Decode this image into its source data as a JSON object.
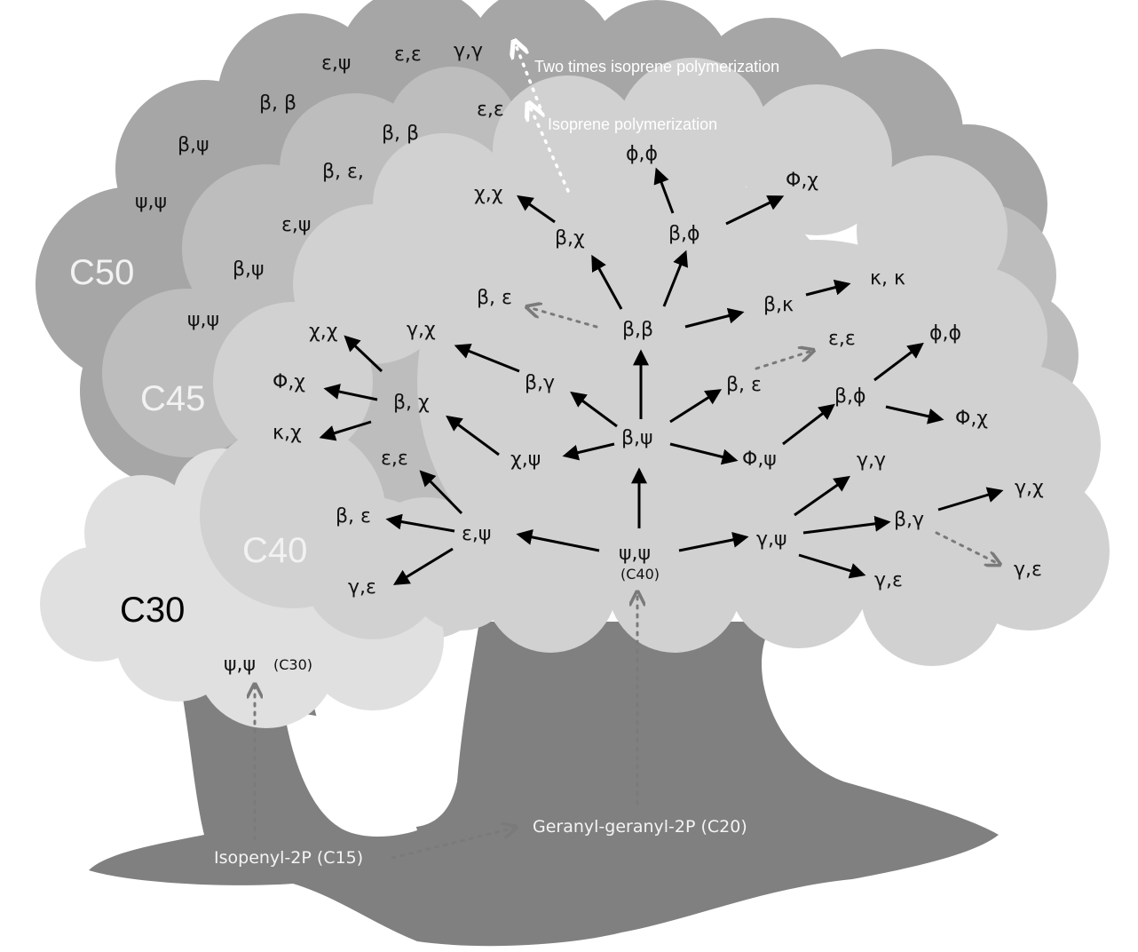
{
  "clouds": {
    "c50": "C50",
    "c45": "C45",
    "c40": "C40",
    "c30": "C30"
  },
  "labels": {
    "two_times_polymerization": "Two times isoprene polymerization",
    "polymerization": "Isoprene polymerization",
    "isopenyl": "Isopenyl-2P (C15)",
    "geranyl": "Geranyl-geranyl-2P (C20)",
    "c30_root": "ψ,ψ",
    "c30_root_suffix": "(C30)",
    "c40_root": "ψ,ψ",
    "c40_root_suffix": "(C40)"
  },
  "c50_nodes": {
    "eps_psi": "ε,ψ",
    "eps_eps": "ε,ε",
    "gam_gam": "γ,γ",
    "beta_beta": "β, β",
    "beta_psi": "β,ψ",
    "psi_psi": "ψ,ψ"
  },
  "c45_nodes": {
    "eps_eps": "ε,ε",
    "beta_beta": "β, β",
    "beta_eps": "β, ε,",
    "eps_psi": "ε,ψ",
    "beta_psi": "β,ψ",
    "psi_psi": "ψ,ψ"
  },
  "c40_nodes": {
    "chi_chi_top": "χ,χ",
    "beta_chi_top": "β,χ",
    "phi_phi_top": "ϕ,ϕ",
    "Phi_chi_top": "Φ,χ",
    "beta_phi_top": "β,ϕ",
    "beta_eps_dot": "β, ε",
    "beta_beta": "β,β",
    "beta_kappa": "β,κ",
    "kappa_kappa": "κ, κ",
    "chi_chi_left": "χ,χ",
    "gam_chi_mid": "γ,χ",
    "eps_eps_dot": "ε,ε",
    "phi_phi_right": "ϕ,ϕ",
    "Phi_chi_left": "Φ,χ",
    "beta_chi_left": "β, χ",
    "beta_gam_mid": "β,γ",
    "beta_eps_right": "β, ε",
    "beta_phi_right": "β,ϕ",
    "kappa_chi": "κ,χ",
    "Phi_chi_right": "Φ,χ",
    "eps_eps_left": "ε,ε",
    "chi_psi": "χ,ψ",
    "beta_psi": "β,ψ",
    "Phi_psi": "Φ,ψ",
    "gam_gam": "γ,γ",
    "gam_chi_right": "γ,χ",
    "beta_eps_left": "β, ε",
    "eps_psi": "ε,ψ",
    "gam_psi": "γ,ψ",
    "beta_gam_right": "β,γ",
    "gam_eps_left": "γ,ε",
    "gam_eps_right": "γ,ε",
    "gam_eps_dot": "γ,ε"
  }
}
